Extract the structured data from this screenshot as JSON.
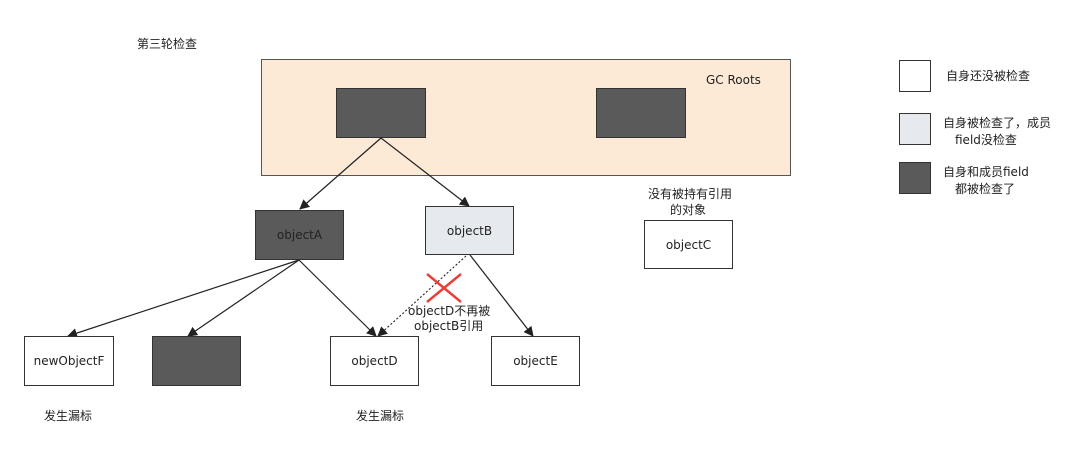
{
  "title": "第三轮检查",
  "gc_roots": {
    "label": "GC Roots"
  },
  "nodes": {
    "objectA": "objectA",
    "objectB": "objectB",
    "objectC": "objectC",
    "objectD": "objectD",
    "objectE": "objectE",
    "newObjectF": "newObjectF"
  },
  "annotations": {
    "objectC_note_line1": "没有被持有引用",
    "objectC_note_line2": "的对象",
    "removed_ref_line1": "objectD不再被",
    "removed_ref_line2": "objectB引用",
    "leak_left": "发生漏标",
    "leak_right": "发生漏标"
  },
  "legend": [
    {
      "lines": [
        "自身还没被检查"
      ],
      "state": "unchecked",
      "color": "#ffffff"
    },
    {
      "lines": [
        "自身被检查了，成员",
        "field没检查"
      ],
      "state": "self-checked",
      "color": "#e6eaee"
    },
    {
      "lines": [
        "自身和成员field",
        "都被检查了"
      ],
      "state": "fully-checked",
      "color": "#5a5a5a"
    }
  ],
  "colors": {
    "roots_bg": "#fce9d6",
    "dark": "#5a5a5a",
    "light": "#e6eaee",
    "cross": "#e8413b"
  }
}
